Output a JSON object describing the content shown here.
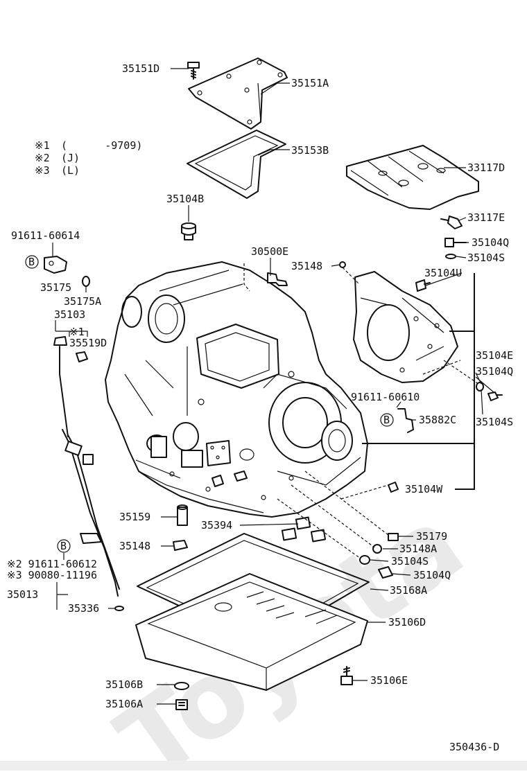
{
  "diagram": {
    "id_label": "350436-D",
    "watermark": "Toyota",
    "notes": [
      {
        "mark": "※1",
        "text": "(      -9709)"
      },
      {
        "mark": "※2",
        "text": "(J)"
      },
      {
        "mark": "※3",
        "text": "(L)"
      }
    ],
    "callouts": {
      "c35151D": "35151D",
      "c35151A": "35151A",
      "c35153B": "35153B",
      "c35104B": "35104B",
      "c33117D": "33117D",
      "c33117E": "33117E",
      "c35104Q_a": "35104Q",
      "c35104S_a": "35104S",
      "c9161160614": "91611-60614",
      "c30500E": "30500E",
      "c35148_a": "35148",
      "c35104U": "35104U",
      "c35175": "35175",
      "c35175A": "35175A",
      "c35103": "35103",
      "c35519D_mark": "※1",
      "c35519D": "35519D",
      "c35104E": "35104E",
      "c35104Q_b": "35104Q",
      "c9161160610": "91611-60610",
      "c35882C": "35882C",
      "c35104S_b": "35104S",
      "c35104W": "35104W",
      "c35159": "35159",
      "c35394": "35394",
      "c35148_b": "35148",
      "c35179": "35179",
      "c35148A": "35148A",
      "c35104S_c": "35104S",
      "c35104Q_c": "35104Q",
      "c9161160612": "※2 91611-60612",
      "c9008011196": "※3 90080-11196",
      "c35013": "35013",
      "c35336": "35336",
      "c35168A": "35168A",
      "c35106D": "35106D",
      "c35106B": "35106B",
      "c35106E": "35106E",
      "c35106A": "35106A",
      "bolt_mark_1": "B",
      "bolt_mark_2": "B",
      "bolt_mark_3": "B"
    }
  }
}
